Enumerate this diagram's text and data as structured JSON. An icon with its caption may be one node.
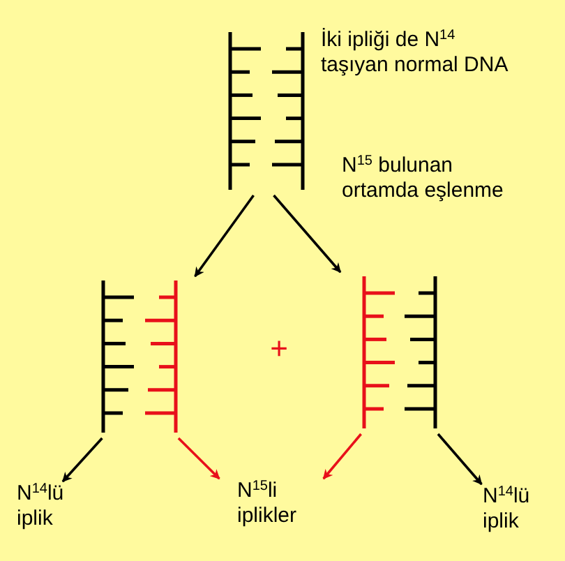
{
  "diagram": {
    "nodes": [
      {
        "text": [],
        "shape": "picture",
        "beside": [
          "İki ipliği de N$^{14}$ taşıyan normal DNA"
        ]
      },
      {
        "text": [],
        "shape": "picture"
      },
      {
        "text": [],
        "shape": "picture"
      },
      {
        "text": [
          "N$^{14}$lü iplik"
        ]
      },
      {
        "text": [
          "N$^{15}$li iplikler"
        ]
      },
      {
        "text": [
          "N$^{14}$lü iplik"
        ]
      }
    ],
    "edges": [
      {
        "from": 0,
        "to": 1,
        "arrow": "to"
      },
      {
        "from": 0,
        "to": 2,
        "arrow": "to"
      },
      {
        "from": 1,
        "to": 3,
        "arrow": "to"
      },
      {
        "from": 1,
        "to": 4,
        "arrow": "to",
        "color": "#e8101a"
      },
      {
        "from": 2,
        "to": 4,
        "arrow": "to",
        "color": "#e8101a"
      },
      {
        "from": 2,
        "to": 5,
        "arrow": "to"
      }
    ],
    "labels": [
      "N$^{15}$ bulunan ortamda eşlenme",
      "+"
    ]
  }
}
